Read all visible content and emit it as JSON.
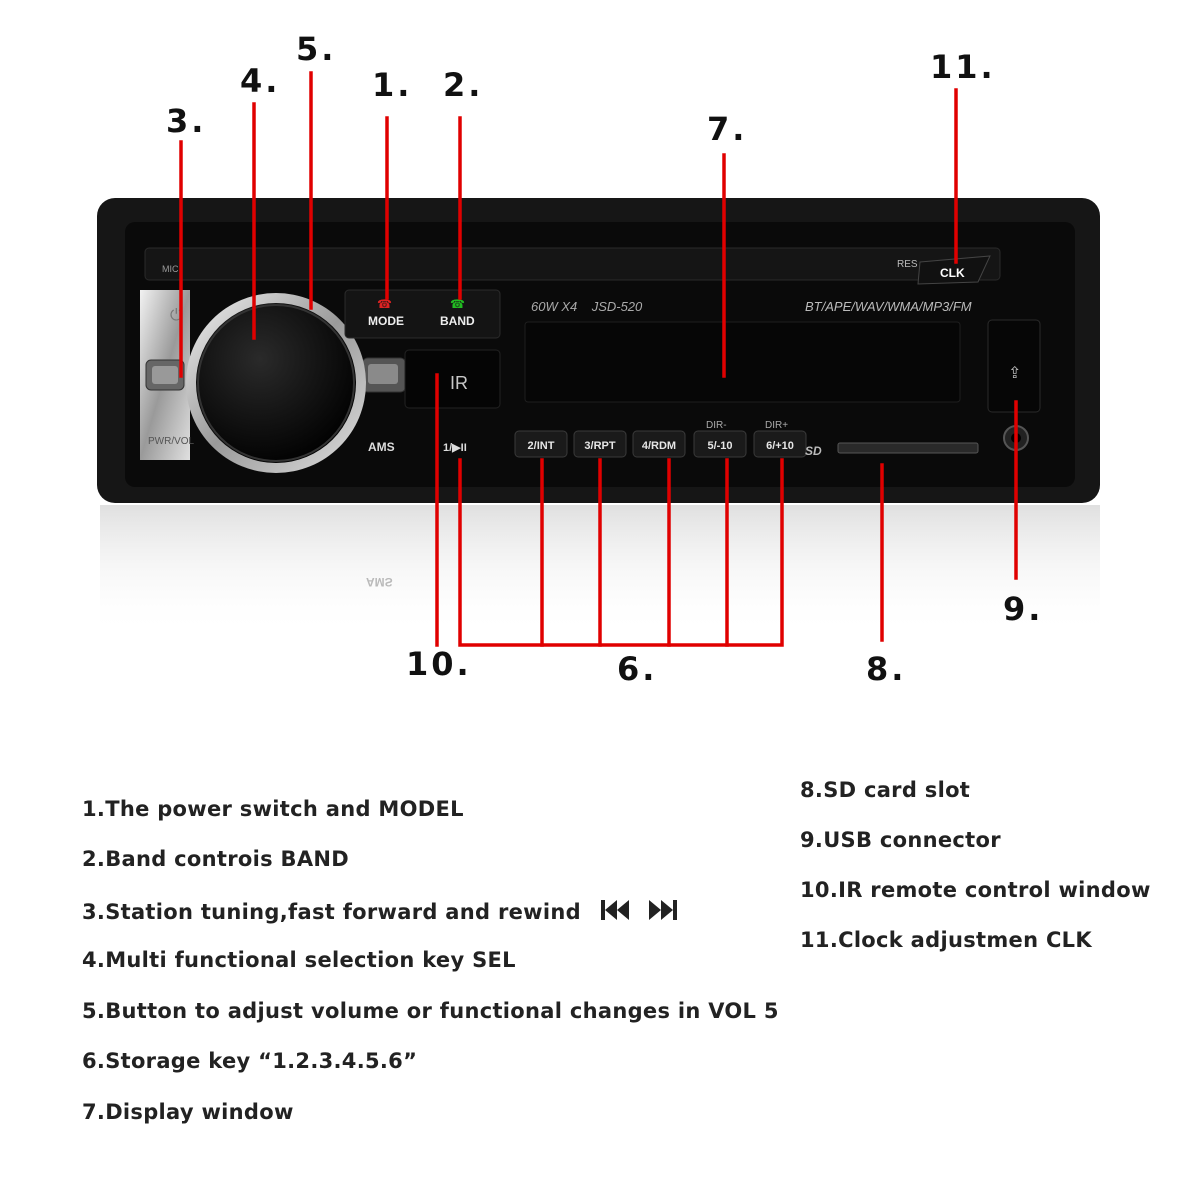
{
  "panel": {
    "mic_label": "MIC",
    "res_label": "RES",
    "clk_label": "CLK",
    "mode_label": "MODE",
    "band_label": "BAND",
    "ams_label": "AMS",
    "play_label": "1/▶II",
    "ir_label": "IR",
    "power_label": "PWR/VOL",
    "spec_text": "60W X4    JSD-520",
    "formats_text": "BT/APE/WAV/WMA/MP3/FM",
    "preset_buttons": [
      "2/INT",
      "3/RPT",
      "4/RDM",
      "5/-10",
      "6/+10"
    ],
    "dir_minus": "DIR-",
    "dir_plus": "DIR+",
    "sd_label": "SD",
    "usb_icon": "usb-icon"
  },
  "callouts": {
    "n1": "1.",
    "n2": "2.",
    "n3": "3.",
    "n4": "4.",
    "n5": "5.",
    "n6": "6.",
    "n7": "7.",
    "n8": "8.",
    "n9": "9.",
    "n10": "10.",
    "n11": "11."
  },
  "legend": {
    "l1": "1.The power switch and MODEL",
    "l2": "2.Band controis BAND",
    "l3": "3.Station tuning,fast forward and rewind",
    "l4": "4.Multi functional selection key SEL",
    "l5": "5.Button to adjust volume or functional changes in VOL 5",
    "l6": "6.Storage key “1.2.3.4.5.6”",
    "l7": "7.Display window",
    "l8": "8.SD card slot",
    "l9": "9.USB connector",
    "l10": "10.IR remote control window",
    "l11": "11.Clock adjustmen CLK"
  },
  "colors": {
    "leader": "#e00000",
    "panel_face": "#0d0d0d",
    "bezel": "#1c1c1c",
    "knob_chrome": "#c8c8c8"
  },
  "icons": [
    "power-icon",
    "phone-hangup-icon",
    "phone-answer-icon",
    "usb-icon",
    "seek-back-icon",
    "seek-forward-icon"
  ]
}
